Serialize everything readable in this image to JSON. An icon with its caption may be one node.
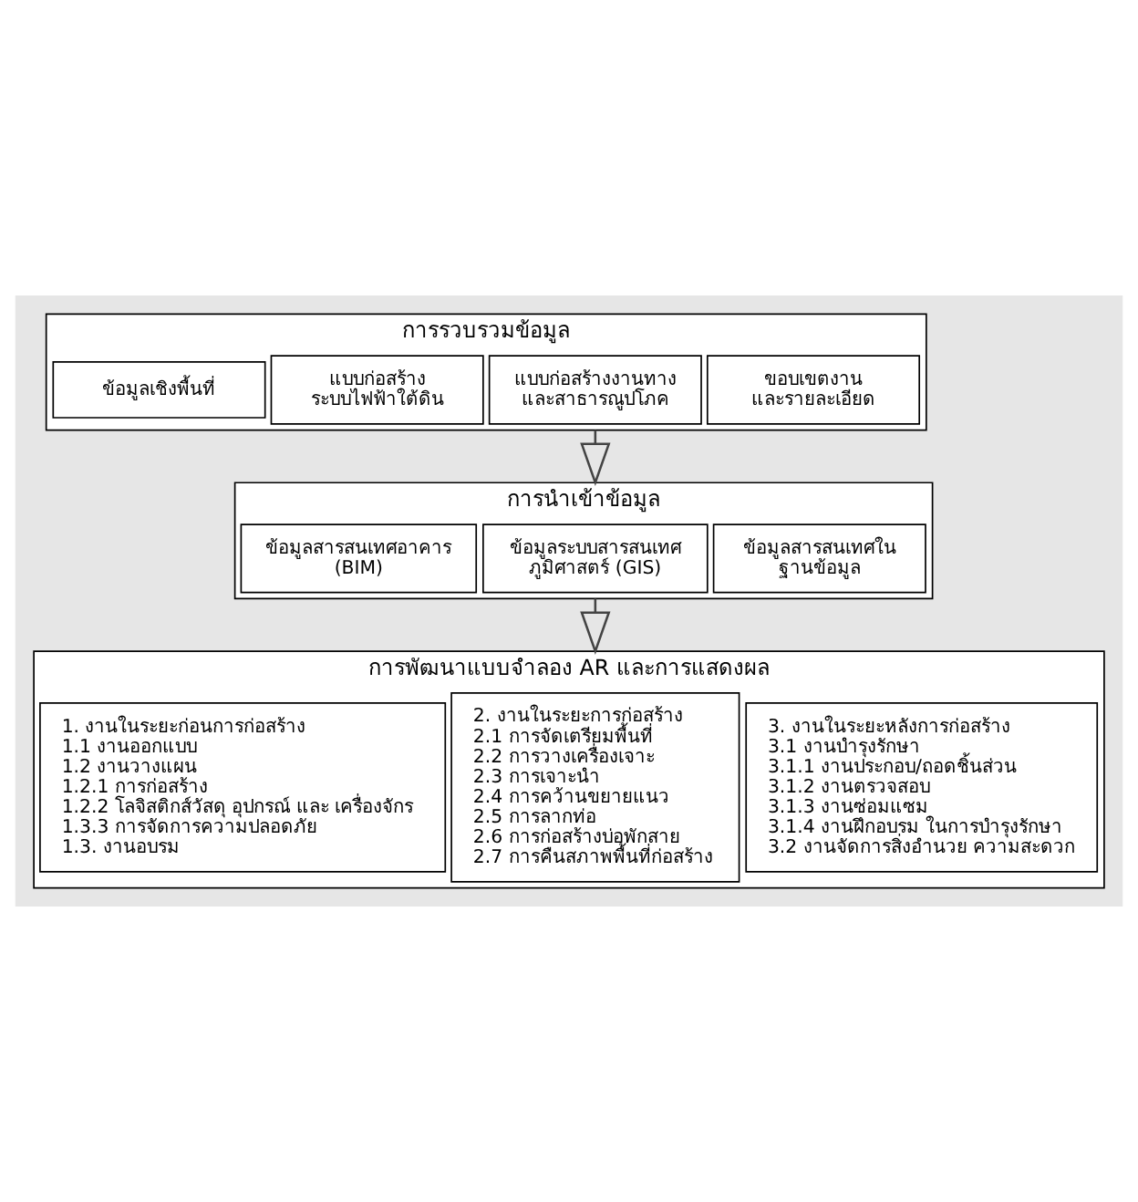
{
  "diagram": {
    "nodes": [
      {
        "text": [
          "การรวบรวมข้อมูล"
        ]
      },
      {
        "text": [
          "ข้อมูลเชิงพื้นที่"
        ],
        "in": 0
      },
      {
        "text": [
          "แบบก่อสร้าง ระบบไฟฟ้าใต้ดิน"
        ],
        "in": 0
      },
      {
        "text": [
          "แบบก่อสร้างงานทาง และสาธารณูปโภค"
        ],
        "in": 0
      },
      {
        "text": [
          "ขอบเขตงาน และรายละเอียด"
        ],
        "in": 0
      },
      {
        "text": [
          "การนำเข้าข้อมูล"
        ]
      },
      {
        "text": [
          "ข้อมูลสารสนเทศอาคาร (BIM)"
        ],
        "in": 5
      },
      {
        "text": [
          "ข้อมูลระบบสารสนเทศ ภูมิศาสตร์ (GIS)"
        ],
        "in": 5
      },
      {
        "text": [
          "ข้อมูลสารสนเทศใน ฐานข้อมูล"
        ],
        "in": 5
      },
      {
        "text": [
          "การพัฒนาแบบจำลอง AR และการแสดงผล"
        ]
      },
      {
        "text": [
          "1. งานในระยะก่อนการก่อสร้าง",
          "1.1 งานออกแบบ",
          "1.2 งานวางแผน",
          "1.2.1 การก่อสร้าง",
          "1.2.2 โลจิสติกส์วัสดุ อุปกรณ์ และ เครื่องจักร",
          "1.3.3 การจัดการความปลอดภัย",
          "1.3. งานอบรม"
        ],
        "in": 9
      },
      {
        "text": [
          "2. งานในระยะการก่อสร้าง",
          "2.1 การจัดเตรียมพื้นที่",
          "2.2 การวางเครื่องเจาะ",
          "2.3 การเจาะนำ",
          "2.4 การคว้านขยายแนว",
          "2.5 การลากท่อ",
          "2.6 การก่อสร้างบ่อพักสาย",
          "2.7 การคืนสภาพพื้นที่ก่อสร้าง"
        ],
        "in": 9
      },
      {
        "text": [
          "3. งานในระยะหลังการก่อสร้าง",
          "3.1 งานบำรุงรักษา",
          "3.1.1 งานประกอบ/ถอดชิ้นส่วน",
          "3.1.2 งานตรวจสอบ",
          "3.1.3 งานซ่อมแซม",
          "3.1.4 งานฝึกอบรม ในการบำรุงรักษา",
          "3.2 งานจัดการสิ่งอำนวย ความสะดวก"
        ],
        "in": 9
      }
    ],
    "edges": [
      {
        "from": 0,
        "to": 5,
        "arrow": "to"
      },
      {
        "from": 5,
        "to": 9,
        "arrow": "to"
      }
    ]
  }
}
